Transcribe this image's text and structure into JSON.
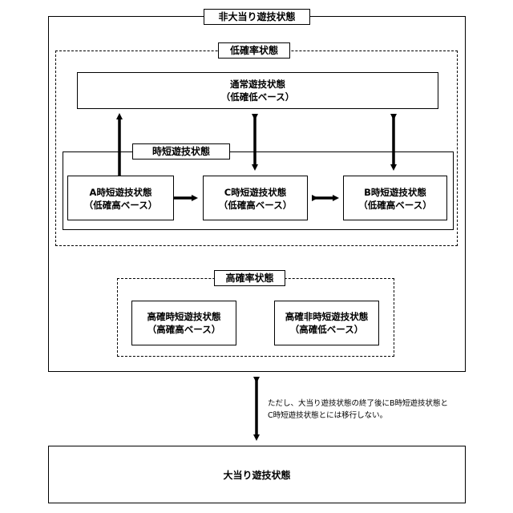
{
  "non_jackpot_state": {
    "title": "非大当り遊技状態"
  },
  "low_prob_state": {
    "title": "低確率状態"
  },
  "normal_state": {
    "line1": "通常遊技状態",
    "line2": "（低確低ベース）"
  },
  "jitan_state": {
    "title": "時短遊技状態"
  },
  "a_jitan": {
    "line1": "A時短遊技状態",
    "line2": "（低確高ベース）"
  },
  "c_jitan": {
    "line1": "C時短遊技状態",
    "line2": "（低確高ベース）"
  },
  "b_jitan": {
    "line1": "B時短遊技状態",
    "line2": "（低確高ベース）"
  },
  "high_prob_state": {
    "title": "高確率状態"
  },
  "high_jitan": {
    "line1": "高確時短遊技状態",
    "line2": "（高確高ベース）"
  },
  "high_non_jitan": {
    "line1": "高確非時短遊技状態",
    "line2": "（高確低ベース）"
  },
  "note": {
    "line1": "ただし、大当り遊技状態の終了後にB時短遊技状態と",
    "line2": "C時短遊技状態とには移行しない。"
  },
  "jackpot_state": {
    "label": "大当り遊技状態"
  }
}
